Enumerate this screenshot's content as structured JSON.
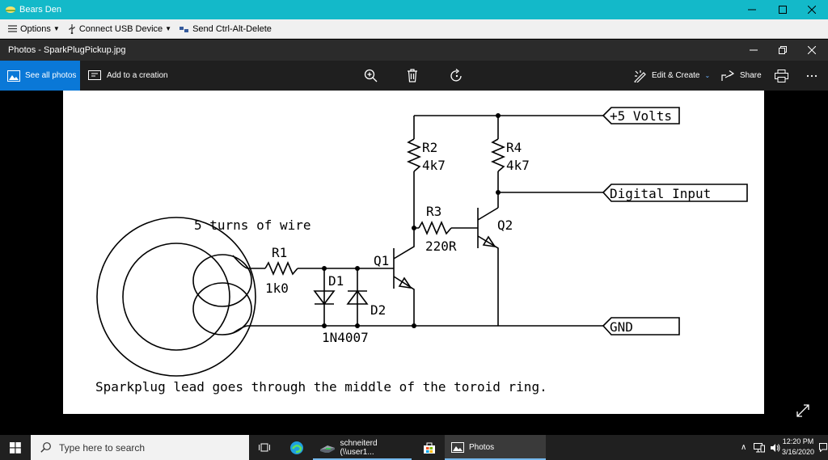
{
  "vm": {
    "title": "Bears Den",
    "toolbar": {
      "options": "Options",
      "connect_usb": "Connect USB Device",
      "send_cad": "Send Ctrl-Alt-Delete"
    }
  },
  "photos": {
    "window_title": "Photos - SparkPlugPickup.jpg",
    "see_all": "See all photos",
    "add_to_creation": "Add to a creation",
    "edit_create": "Edit & Create",
    "share": "Share"
  },
  "schematic": {
    "power_label": "+5 Volts",
    "digital_input_label": "Digital Input",
    "gnd_label": "GND",
    "r1": "R1",
    "r1_value": "1k0",
    "r2": "R2",
    "r2_value": "4k7",
    "r3": "R3",
    "r3_value": "220R",
    "r4": "R4",
    "r4_value": "4k7",
    "d1": "D1",
    "d2": "D2",
    "diode_part": "1N4007",
    "q1": "Q1",
    "q2": "Q2",
    "coil_note": "5 turns of wire",
    "footer_note": "Sparkplug lead goes through the middle of the toroid ring."
  },
  "taskbar": {
    "search_placeholder": "Type here to search",
    "explorer_item": "schneiterd (\\\\user1...",
    "photos_item": "Photos",
    "time": "12:20 PM",
    "date": "3/16/2020"
  },
  "colors": {
    "vm_title_bg": "#13b9c9",
    "accent": "#0a78d7",
    "taskbar_bg": "#202020"
  }
}
